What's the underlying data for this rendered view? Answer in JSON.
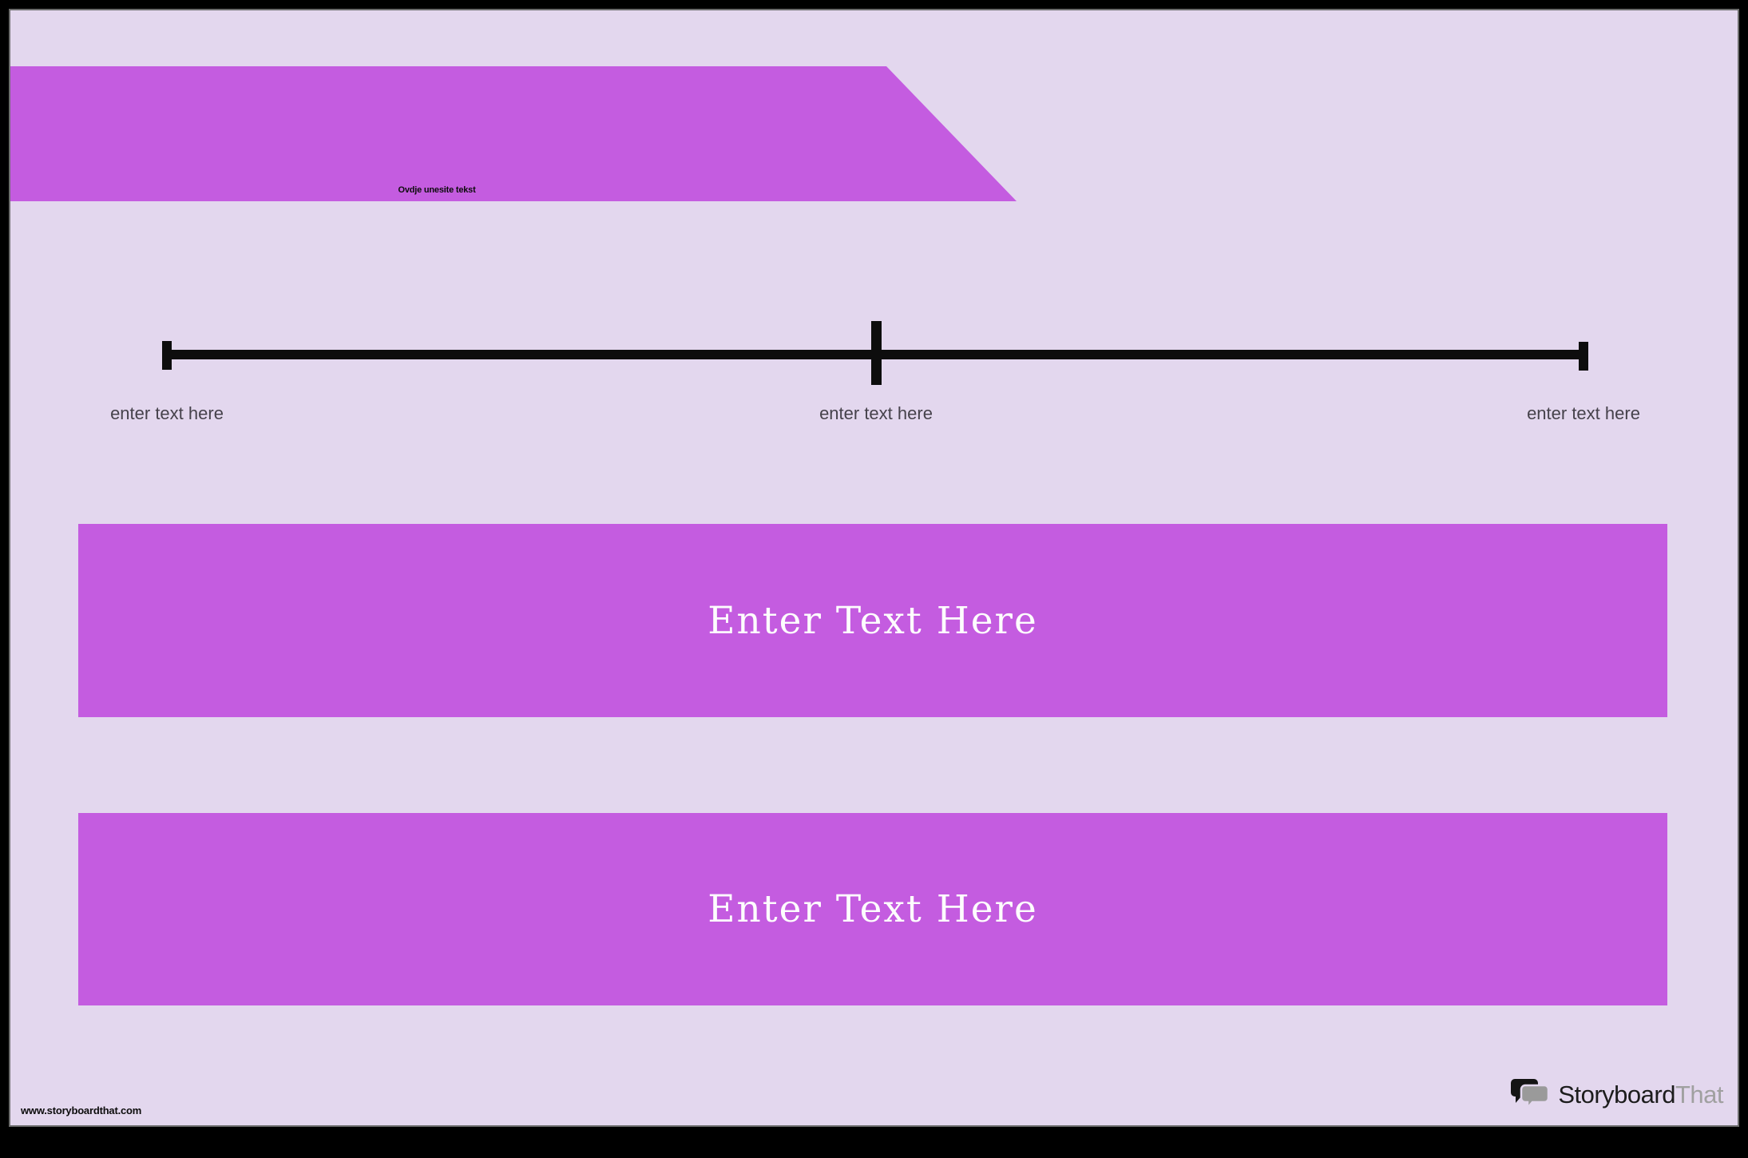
{
  "theme": {
    "frame": "#000000",
    "canvas": "#e3d7ee",
    "accent": "#c45ce0",
    "line": "#0d0d0d",
    "label_text": "#46424b",
    "box_text": "#fdfdfd",
    "logo_black": "#1c1c1c",
    "logo_gray": "#a0a0a0"
  },
  "banner": {
    "label": "Ovdje unesite tekst"
  },
  "timeline": {
    "labels": [
      {
        "text": "enter text here"
      },
      {
        "text": "enter text here"
      },
      {
        "text": "enter text here"
      }
    ]
  },
  "boxes": [
    {
      "label": "Enter Text Here"
    },
    {
      "label": "Enter Text Here"
    }
  ],
  "footer": {
    "url": "www.storyboardthat.com",
    "logo": {
      "black_part": "Storyboard",
      "gray_part": "That",
      "icon": "speech-bubbles-icon"
    }
  }
}
